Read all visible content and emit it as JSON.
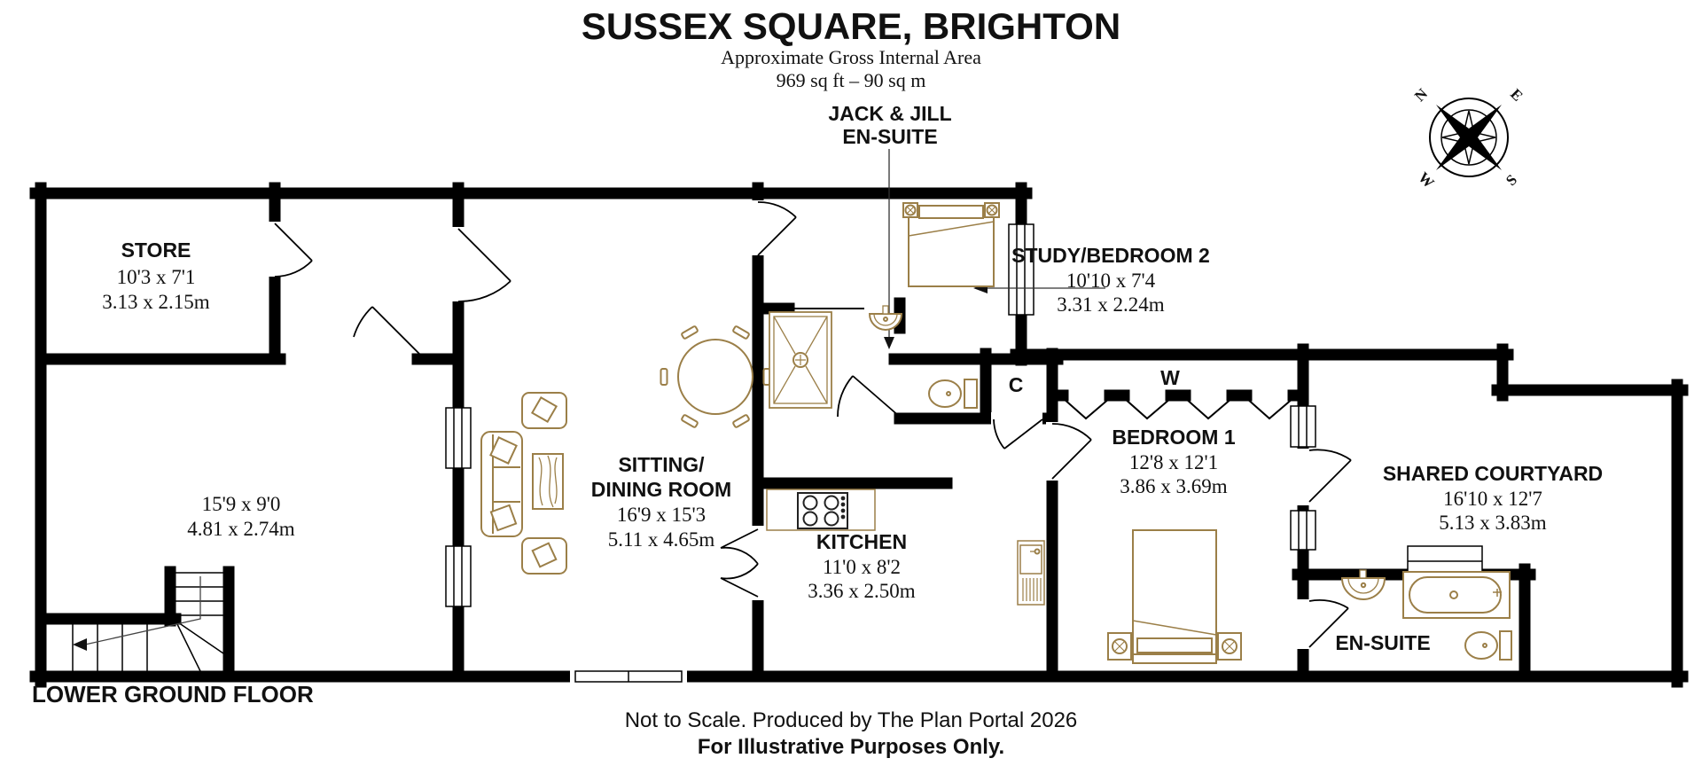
{
  "header": {
    "title": "SUSSEX SQUARE, BRIGHTON",
    "subtitle": "Approximate Gross Internal Area",
    "area": "969 sq ft – 90 sq m"
  },
  "rooms": {
    "store": {
      "name": "STORE",
      "imperial": "10'3 x 7'1",
      "metric": "3.13 x 2.15m"
    },
    "lower_area": {
      "imperial": "15'9 x 9'0",
      "metric": "4.81 x 2.74m"
    },
    "sitting": {
      "name_line1": "SITTING/",
      "name_line2": "DINING ROOM",
      "imperial": "16'9 x 15'3",
      "metric": "5.11 x 4.65m"
    },
    "kitchen": {
      "name": "KITCHEN",
      "imperial": "11'0 x 8'2",
      "metric": "3.36 x 2.50m"
    },
    "study": {
      "name": "STUDY/BEDROOM 2",
      "imperial": "10'10 x 7'4",
      "metric": "3.31 x 2.24m"
    },
    "bedroom1": {
      "name": "BEDROOM 1",
      "imperial": "12'8 x 12'1",
      "metric": "3.86 x 3.69m"
    },
    "courtyard": {
      "name": "SHARED COURTYARD",
      "imperial": "16'10 x 12'7",
      "metric": "5.13 x 3.83m"
    },
    "ensuite": {
      "name": "EN-SUITE"
    },
    "jack_jill": {
      "name_line1": "JACK & JILL",
      "name_line2": "EN-SUITE"
    },
    "closet": {
      "name": "C"
    },
    "wardrobe": {
      "name": "W"
    }
  },
  "floor_label": "LOWER GROUND FLOOR",
  "footer": {
    "line1": "Not to Scale. Produced by The Plan Portal 2026",
    "line2": "For Illustrative Purposes Only."
  },
  "compass": {
    "n": "N",
    "e": "E",
    "s": "S",
    "w": "W"
  },
  "colors": {
    "wall": "#000000",
    "furniture": "#9b7f48",
    "text": "#111111"
  }
}
